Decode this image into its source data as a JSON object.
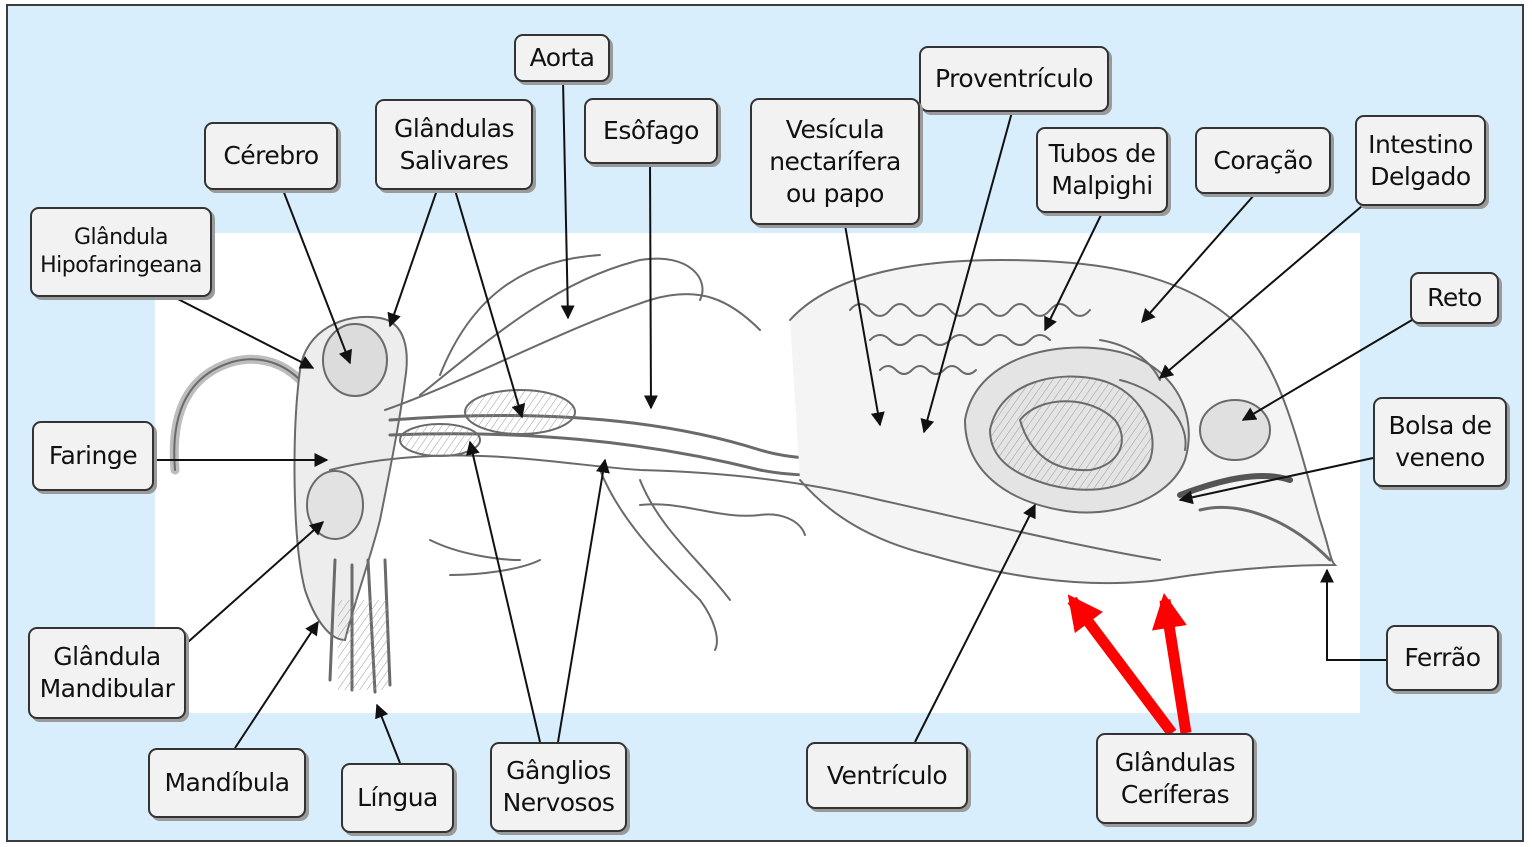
{
  "diagram": {
    "labels": {
      "aorta": "Aorta",
      "proventriculo": "Proventrículo",
      "cerebro": "Cérebro",
      "glandulas_salivares": "Glândulas\nSalivares",
      "esofago": "Esôfago",
      "vesicula": "Vesícula\nnectarífera\nou papo",
      "tubos_malpighi": "Tubos de\nMalpighi",
      "coracao": "Coração",
      "intestino_delgado": "Intestino\nDelgado",
      "glandula_hipofaringeana": "Glândula\nHipofaringeana",
      "reto": "Reto",
      "faringe": "Faringe",
      "bolsa_veneno": "Bolsa de\nveneno",
      "glandula_mandibular": "Glândula\nMandibular",
      "ferrao": "Ferrão",
      "mandibula": "Mandíbula",
      "lingua": "Língua",
      "ganglios_nervosos": "Gânglios\nNervosos",
      "ventriculo": "Ventrículo",
      "glandulas_ceriferas": "Glândulas\nCeríferas"
    },
    "colors": {
      "background": "#d8eefc",
      "panel": "#ffffff",
      "label_fill": "#f2f2f2",
      "leader_line": "#111111",
      "highlight_arrow": "#ff0000",
      "drawing_ink": "#6a6a6a"
    }
  }
}
